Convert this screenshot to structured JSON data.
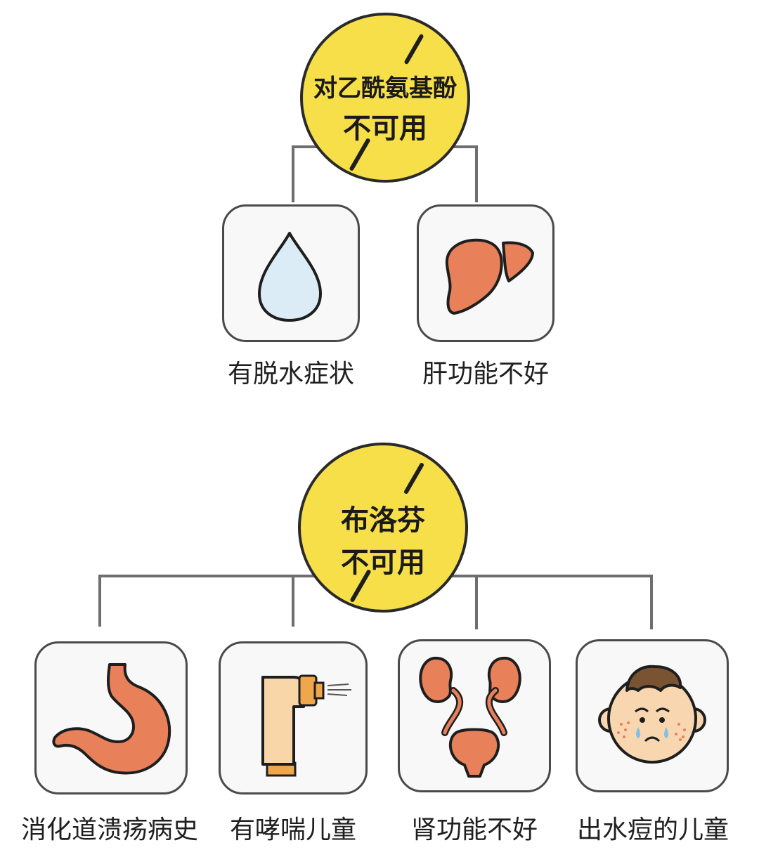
{
  "groups": [
    {
      "drug": "对乙酰氨基酚",
      "status": "不可用",
      "items": [
        {
          "label": "有脱水症状",
          "icon": "water-drop-icon"
        },
        {
          "label": "肝功能不好",
          "icon": "liver-icon"
        }
      ]
    },
    {
      "drug": "布洛芬",
      "status": "不可用",
      "items": [
        {
          "label": "消化道溃疡病史",
          "icon": "stomach-icon"
        },
        {
          "label": "有哮喘儿童",
          "icon": "inhaler-icon"
        },
        {
          "label": "肾功能不好",
          "icon": "kidney-icon"
        },
        {
          "label": "出水痘的儿童",
          "icon": "crying-child-icon"
        }
      ]
    }
  ],
  "colors": {
    "badge": "#f7df4a",
    "organ": "#e8805a",
    "drop": "#dcecf6",
    "connector": "#6e6e6e",
    "card_border": "#4a4a4a"
  }
}
